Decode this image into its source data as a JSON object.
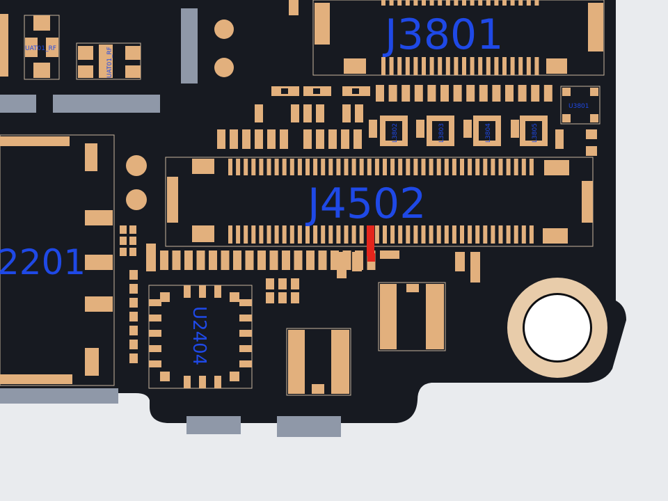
{
  "colors": {
    "background": "#e9ebee",
    "board": "#171a21",
    "pad": "#e2b07d",
    "pad_light": "#e8ccaa",
    "outline": "#c9b79e",
    "label_blue": "#1f49e6",
    "highlight_red": "#e4251c",
    "gray_pad": "#8f98a8",
    "trace": "#6b3a30"
  },
  "components": {
    "j3801": "J3801",
    "j4502": "J4502",
    "u2404": "U2404",
    "u3801": "U3801",
    "partial_2201": "2201",
    "uat01_rf_1": "UAT01_RF",
    "uat01_rf_2": "UAT01_RF",
    "l3802": "L3802",
    "l3803": "L3803",
    "l3804": "L3804",
    "l3805": "L3805"
  },
  "highlight": {
    "component": "J4502",
    "pin": "highlighted-pin"
  }
}
